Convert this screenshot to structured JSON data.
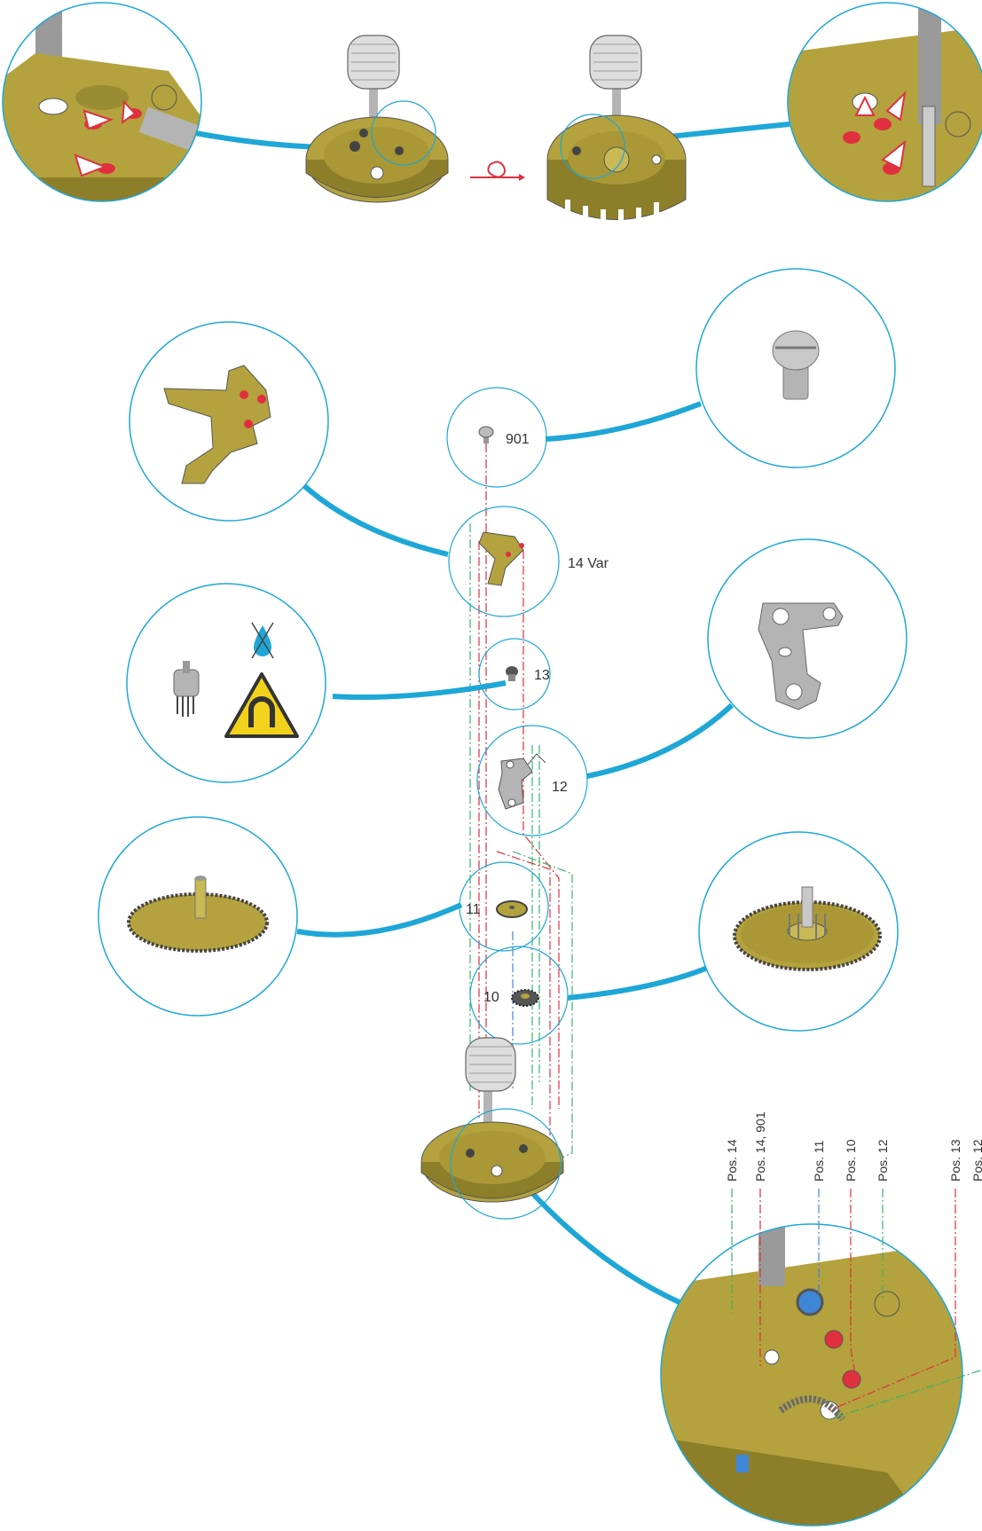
{
  "colors": {
    "circle": "#1ea7d6",
    "connector": "#1ea7d6",
    "brass": "#b3a23e",
    "brass_dark": "#8d7e2a",
    "steel": "#b4b4b4",
    "red": "#e0303f",
    "green": "#3bb46a",
    "blue": "#3f86d6",
    "warning": "#f2d21c"
  },
  "parts": {
    "p901": "901",
    "p14": "14 Var",
    "p13": "13",
    "p12": "12",
    "p11": "11",
    "p10": "10"
  },
  "positions": {
    "pos14": "Pos. 14",
    "pos14_901": "Pos. 14, 901",
    "pos11": "Pos. 11",
    "pos10": "Pos. 10",
    "pos12": "Pos. 12",
    "pos13": "Pos. 13",
    "pos_cut": "Pos. 12"
  },
  "icons": {
    "flip": "rotate-arrow-icon",
    "no_oil": "no-oil-icon",
    "magnet_warning": "magnetic-warning-icon"
  }
}
